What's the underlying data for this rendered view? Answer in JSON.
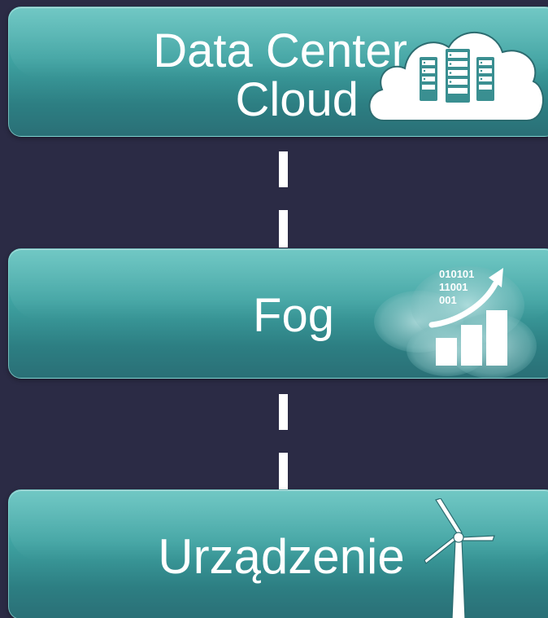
{
  "tiers": {
    "cloud": {
      "label_line1": "Data Center",
      "label_line2": "Cloud",
      "icon": "cloud-server-icon"
    },
    "fog": {
      "label": "Fog",
      "icon": "fog-analytics-icon",
      "binary_lines": [
        "010101",
        "11001",
        "001"
      ]
    },
    "device": {
      "label": "Urządzenie",
      "icon": "wind-turbine-icon"
    }
  },
  "colors": {
    "background": "#2b2b45",
    "tier_top": "#52bcb8",
    "tier_bottom": "#2a6f76",
    "text": "#ffffff",
    "connector": "#ffffff"
  }
}
